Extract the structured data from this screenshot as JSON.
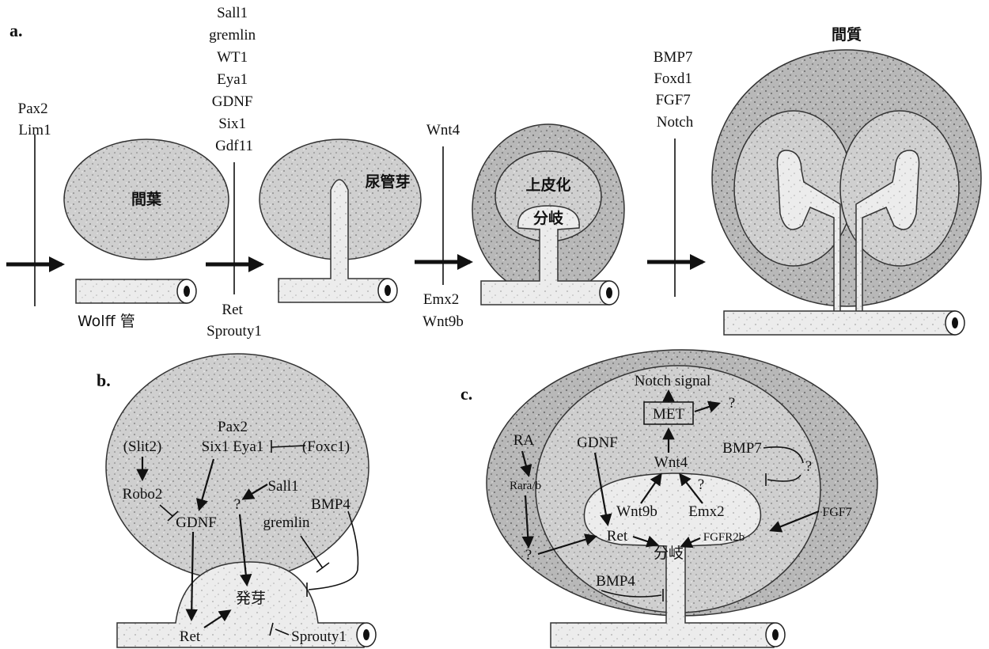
{
  "panel_a": {
    "label": "a.",
    "arrow1_labels": [
      "Pax2",
      "Lim1"
    ],
    "arrow2_top": [
      "Sall1",
      "gremlin",
      "WT1",
      "Eya1",
      "GDNF",
      "Six1",
      "Gdf11"
    ],
    "arrow2_bottom": [
      "Ret",
      "Sprouty1"
    ],
    "arrow3_top": [
      "Wnt4"
    ],
    "arrow3_bottom": [
      "Emx2",
      "Wnt9b"
    ],
    "arrow4_top": [
      "BMP7",
      "Foxd1",
      "FGF7",
      "Notch"
    ],
    "mesenchyme": "間葉",
    "wolff_duct": "Wolff 管",
    "ureteric_bud": "尿管芽",
    "epithelialization": "上皮化",
    "branching": "分岐",
    "stroma": "間質"
  },
  "panel_b": {
    "label": "b.",
    "slit2": "(Slit2)",
    "pax2": "Pax2",
    "six1_eya1": "Six1 Eya1",
    "foxc1": "(Foxc1)",
    "robo2": "Robo2",
    "sall1": "Sall1",
    "question": "?",
    "bmp4": "BMP4",
    "gdnf": "GDNF",
    "gremlin": "gremlin",
    "budding": "発芽",
    "ret": "Ret",
    "sprouty1": "Sprouty1"
  },
  "panel_c": {
    "label": "c.",
    "notch_signal": "Notch signal",
    "met": "MET",
    "q1": "?",
    "ra": "RA",
    "gdnf": "GDNF",
    "wnt4": "Wnt4",
    "bmp7": "BMP7",
    "q2": "?",
    "q3": "?",
    "rara_b": "Rara/b",
    "wnt9b": "Wnt9b",
    "emx2": "Emx2",
    "fgf7": "FGF7",
    "ret": "Ret",
    "fgfr2b": "FGFR2b",
    "q4": "?",
    "branching": "分岐",
    "bmp4": "BMP4"
  }
}
